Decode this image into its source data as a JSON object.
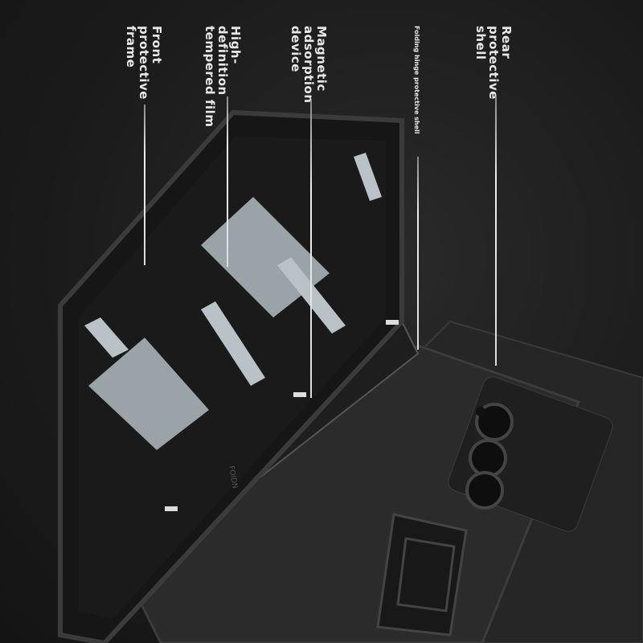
{
  "callouts": [
    {
      "id": "front-frame",
      "text": "Front\nprotective\nframe"
    },
    {
      "id": "tempered-film",
      "text": "High-\ndefinition\ntempered film"
    },
    {
      "id": "magnetic",
      "text": "Magnetic\nadsorption\ndevice"
    },
    {
      "id": "hinge",
      "text": "Folding hinge protective shell"
    },
    {
      "id": "rear-shell",
      "text": "Rear\nprotective\nshell"
    }
  ],
  "case_print": "FOIDN",
  "colors": {
    "background": "#1c1c1c",
    "case": "#222222",
    "film": "#9aa3a8",
    "label": "#e8e8e8"
  }
}
